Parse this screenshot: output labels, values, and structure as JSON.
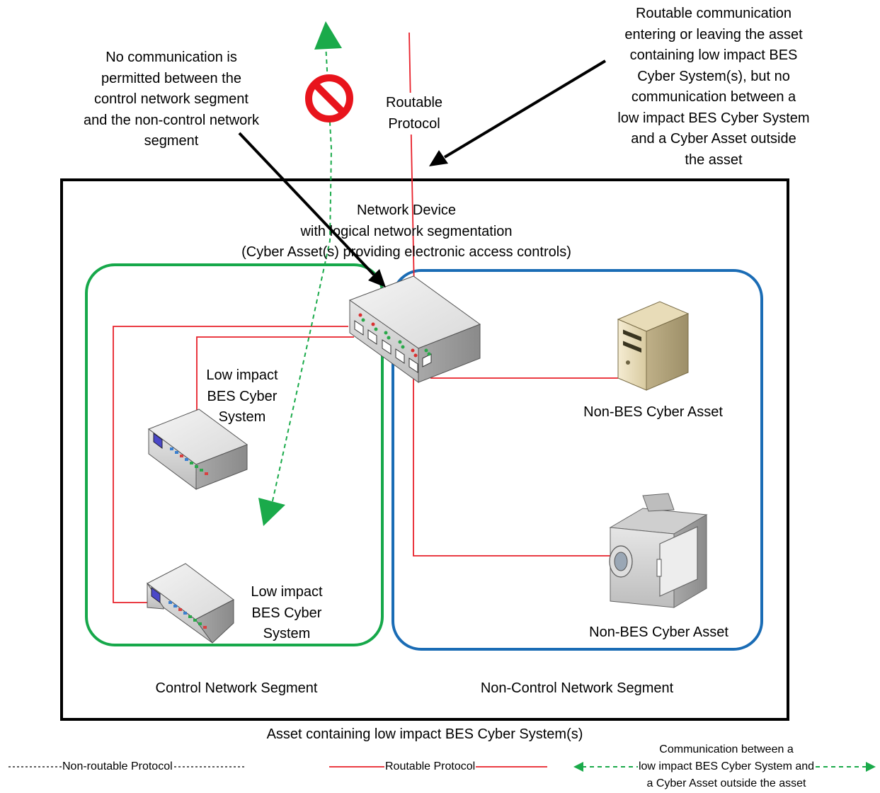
{
  "labels": {
    "no_comm": [
      "No communication is",
      "permitted between the",
      "control network segment",
      "and the non-control network",
      "segment"
    ],
    "routable_top": [
      "Routable",
      "Protocol"
    ],
    "routable_comm": [
      "Routable communication",
      "entering or leaving the asset",
      "containing low impact BES",
      "Cyber System(s), but no",
      "communication between a",
      "low impact BES Cyber System",
      "and a Cyber Asset outside",
      "the asset"
    ],
    "network_device": [
      "Network Device",
      "with logical network segmentation",
      "(Cyber Asset(s) providing electronic access controls)"
    ],
    "low_impact_1": [
      "Low impact",
      "BES Cyber",
      "System"
    ],
    "low_impact_2": [
      "Low impact",
      "BES Cyber",
      "System"
    ],
    "non_bes_1": "Non-BES Cyber Asset",
    "non_bes_2": "Non-BES Cyber Asset",
    "control_segment": "Control Network Segment",
    "non_control_segment": "Non-Control Network Segment",
    "asset_caption": "Asset containing low impact BES Cyber System(s)"
  },
  "legend": {
    "non_routable": "Non-routable Protocol",
    "routable": "Routable Protocol",
    "communication": [
      "Communication between a",
      "low impact BES Cyber System and",
      "a Cyber Asset outside the asset"
    ]
  },
  "colors": {
    "routable_line": "#e8202a",
    "control_segment": "#16a84a",
    "non_control_segment": "#1a6cb5",
    "comm_arrow": "#1aaa4a",
    "prohibited": "#e8141c"
  }
}
